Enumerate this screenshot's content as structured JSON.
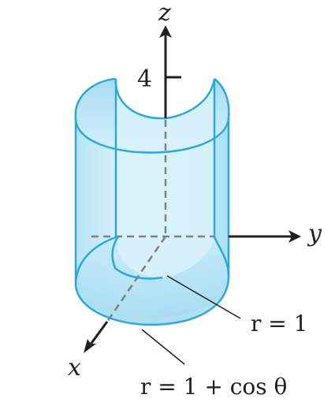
{
  "figure": {
    "axes": {
      "z_label": "z",
      "y_label": "y",
      "x_label": "x"
    },
    "z_tick": "4",
    "equations": {
      "inner": "r = 1",
      "outer": "r = 1 + cos θ"
    },
    "colors": {
      "surface_fill": "#cdeef9",
      "surface_stroke": "#29a9e0",
      "axis": "#231f20",
      "hidden_axis": "#808080"
    }
  }
}
